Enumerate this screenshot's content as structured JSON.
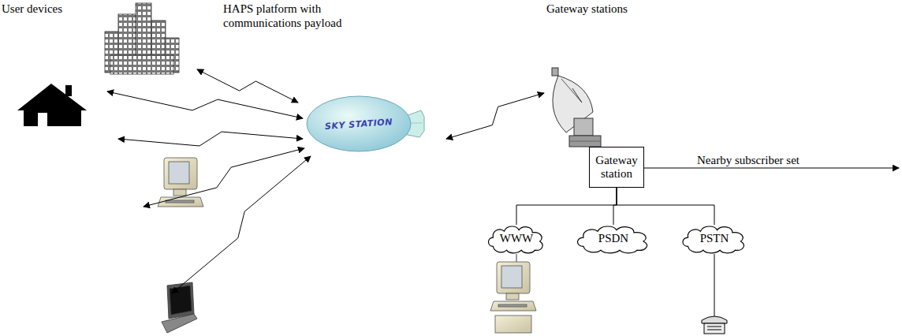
{
  "diagram": {
    "nodes": [
      {
        "text": [
          "SKY STATION"
        ]
      },
      {
        "text": [
          "Gateway station"
        ]
      },
      {
        "text": [
          "WWW"
        ]
      },
      {
        "text": [
          "PSDN"
        ]
      },
      {
        "text": [
          "PSTN"
        ]
      }
    ],
    "edges": [
      {
        "from": 1,
        "to": 2,
        "arrow": "none"
      },
      {
        "from": 1,
        "to": 3,
        "arrow": "none"
      },
      {
        "from": 1,
        "to": 4,
        "arrow": "none"
      }
    ],
    "labels": [
      "User devices",
      "HAPS platform with communications payload",
      "Gateway stations",
      "Nearby subscriber set"
    ]
  }
}
